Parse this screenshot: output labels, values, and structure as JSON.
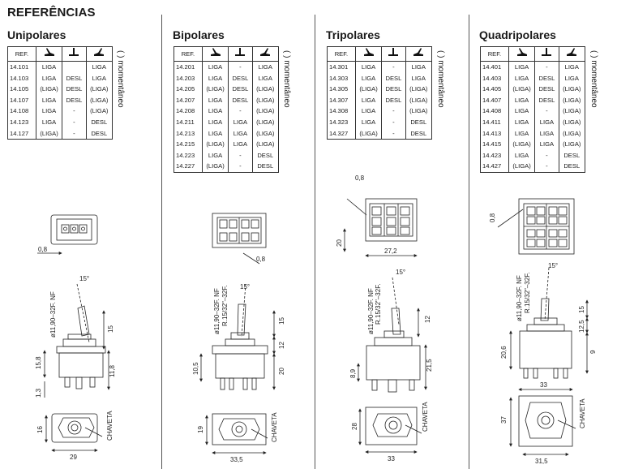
{
  "page_title": "REFERÊNCIAS",
  "header": {
    "ref": "REF."
  },
  "momentaneo": "( ) momentâneo",
  "chaveta": "CHAVETA",
  "sections": [
    {
      "title": "Unipolares",
      "rows": [
        [
          "14.101",
          "LIGA",
          "",
          "LIGA"
        ],
        [
          "14.103",
          "LIGA",
          "DESL",
          "LIGA"
        ],
        [
          "14.105",
          "(LIGA)",
          "DESL",
          "(LIGA)"
        ],
        [
          "14.107",
          "LIGA",
          "DESL",
          "(LIGA)"
        ],
        [
          "14.108",
          "LIGA",
          "-",
          "(LIGA)"
        ],
        [
          "14.123",
          "LIGA",
          "-",
          "DESL"
        ],
        [
          "14.127",
          "(LIGA)",
          "-",
          "DESL"
        ]
      ],
      "dims": {
        "d08": "0,8",
        "angle": "15°",
        "thread": "ø11,90–32F. NF",
        "d15": "15",
        "d158": "15,8",
        "d118": "11,8",
        "d13": "1,3",
        "d16": "16",
        "d29": "29"
      }
    },
    {
      "title": "Bipolares",
      "rows": [
        [
          "14.201",
          "LIGA",
          "-",
          "LIGA"
        ],
        [
          "14.203",
          "LIGA",
          "DESL",
          "LIGA"
        ],
        [
          "14.205",
          "(LIGA)",
          "DESL",
          "(LIGA)"
        ],
        [
          "14.207",
          "LIGA",
          "DESL",
          "(LIGA)"
        ],
        [
          "14.208",
          "LIGA",
          "-",
          "(LIGA)"
        ],
        [
          "14.211",
          "LIGA",
          "LIGA",
          "(LIGA)"
        ],
        [
          "14.213",
          "LIGA",
          "LIGA",
          "(LIGA)"
        ],
        [
          "14.215",
          "(LIGA)",
          "LIGA",
          "(LIGA)"
        ],
        [
          "14.223",
          "LIGA",
          "-",
          "DESL"
        ],
        [
          "14.227",
          "(LIGA)",
          "-",
          "DESL"
        ]
      ],
      "dims": {
        "d08": "0,8",
        "angle": "15°",
        "thread": "ø11,90–32F. NF",
        "thread2": "R.15/32\"–32F.",
        "d15": "15",
        "d12": "12",
        "d105": "10,5",
        "d20": "20",
        "d19": "19",
        "d335": "33,5"
      }
    },
    {
      "title": "Tripolares",
      "rows": [
        [
          "14.301",
          "LIGA",
          "-",
          "LIGA"
        ],
        [
          "14.303",
          "LIGA",
          "DESL",
          "LIGA"
        ],
        [
          "14.305",
          "(LIGA)",
          "DESL",
          "(LIGA)"
        ],
        [
          "14.307",
          "LIGA",
          "DESL",
          "(LIGA)"
        ],
        [
          "14.308",
          "LIGA",
          "-",
          "(LIGA)"
        ],
        [
          "14.323",
          "LIGA",
          "-",
          "DESL"
        ],
        [
          "14.327",
          "(LIGA)",
          "-",
          "DESL"
        ]
      ],
      "dims": {
        "d08": "0,8",
        "d20": "20",
        "d272": "27,2",
        "angle": "15°",
        "thread": "ø11,90–32F. NF",
        "thread2": "R.15/32\"–32F.",
        "d12": "12",
        "d89": "8,9",
        "d215": "21,5",
        "d28": "28",
        "d33": "33"
      }
    },
    {
      "title": "Quadripolares",
      "rows": [
        [
          "14.401",
          "LIGA",
          "-",
          "LIGA"
        ],
        [
          "14.403",
          "LIGA",
          "DESL",
          "LIGA"
        ],
        [
          "14.405",
          "(LIGA)",
          "DESL",
          "(LIGA)"
        ],
        [
          "14.407",
          "LIGA",
          "DESL",
          "(LIGA)"
        ],
        [
          "14.408",
          "LIGA",
          "-",
          "(LIGA)"
        ],
        [
          "14.411",
          "LIGA",
          "LIGA",
          "(LIGA)"
        ],
        [
          "14.413",
          "LIGA",
          "LIGA",
          "(LIGA)"
        ],
        [
          "14.415",
          "(LIGA)",
          "LIGA",
          "(LIGA)"
        ],
        [
          "14.423",
          "LIGA",
          "-",
          "DESL"
        ],
        [
          "14.427",
          "(LIGA)",
          "-",
          "DESL"
        ]
      ],
      "dims": {
        "d08": "0,8",
        "angle": "15°",
        "thread": "ø11,90–32F. NF",
        "thread2": "R.15/32\"–32F.",
        "d15": "15",
        "d125": "12,5",
        "d206": "20,6",
        "d9": "9",
        "d33": "33",
        "d37": "37",
        "d315": "31,5"
      }
    }
  ]
}
